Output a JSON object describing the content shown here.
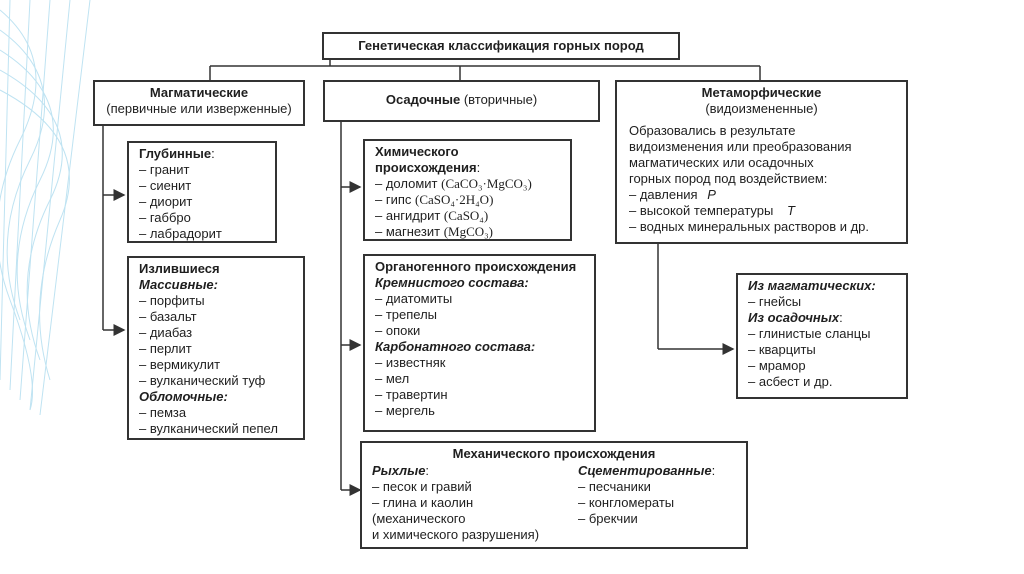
{
  "title": "Генетическая классификация горных пород",
  "magmatic": {
    "title": "Магматические",
    "subtitle": "(первичные или изверженные)",
    "deep": {
      "title": "Глубинные",
      "items": [
        "– гранит",
        "– сиенит",
        "– диорит",
        "– габбро",
        "– лабрадорит"
      ]
    },
    "effusive": {
      "title": "Излившиеся",
      "massive_title": "Массивные",
      "massive_items": [
        "– порфиты",
        "– базальт",
        "– диабаз",
        "– перлит",
        "– вермикулит",
        "– вулканический туф"
      ],
      "clastic_title": "Обломочные",
      "clastic_items": [
        "– пемза",
        "– вулканический пепел"
      ]
    }
  },
  "sedimentary": {
    "title": "Осадочные",
    "subtitle": "(вторичные)",
    "chemical": {
      "title_1": "Химического",
      "title_2": "происхождения",
      "items": [
        {
          "name": "– доломит",
          "formula": "(CaCO₃·MgCO₃)"
        },
        {
          "name": "– гипс",
          "formula": "(CaSO₄·2H₄O)"
        },
        {
          "name": "– ангидрит",
          "formula": "(CaSO₄)"
        },
        {
          "name": "– магнезит",
          "formula": "(MgCO₃)"
        }
      ]
    },
    "organogenic": {
      "title": "Органогенного происхождения",
      "siliceous_title": "Кремнистого состава",
      "siliceous_items": [
        "– диатомиты",
        "– трепелы",
        "– опоки"
      ],
      "carbonate_title": "Карбонатного состава",
      "carbonate_items": [
        "– известняк",
        "– мел",
        "– травертин",
        "– мергель"
      ]
    },
    "mechanical": {
      "title": "Механического происхождения",
      "loose_title": "Рыхлые",
      "loose_items": [
        "– песок и гравий",
        "– глина и каолин",
        "(механического",
        "и химического разрушения)"
      ],
      "cemented_title": "Сцементированные",
      "cemented_items": [
        "– песчаники",
        "– конгломераты",
        "– брекчии"
      ]
    }
  },
  "metamorphic": {
    "title": "Метаморфические",
    "subtitle": "(видоизмененные)",
    "desc_lines": [
      "Образовались в результате",
      "видоизменения или преобразования",
      "магматических или осадочных",
      "горных пород под воздействием:"
    ],
    "factors": [
      {
        "text": "– давления",
        "symbol": "P"
      },
      {
        "text": "– высокой температуры",
        "symbol": "T"
      },
      {
        "text": "– водных минеральных растворов и др.",
        "symbol": ""
      }
    ],
    "sub": {
      "from_magmatic_title": "Из магматических",
      "from_magmatic_items": [
        "– гнейсы"
      ],
      "from_sedimentary_title": "Из осадочных",
      "from_sedimentary_items": [
        "– глинистые сланцы",
        "– кварциты",
        "– мрамор",
        "– асбест и др."
      ]
    }
  }
}
